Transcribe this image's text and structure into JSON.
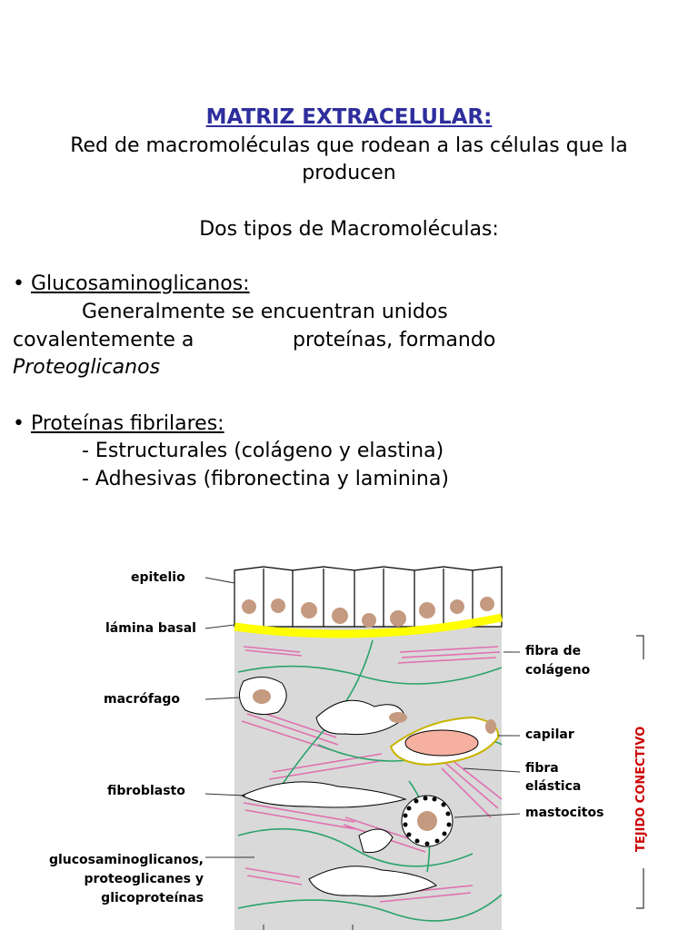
{
  "title": "MATRIZ EXTRACELULAR:",
  "definition": {
    "line1": "Red de macromoléculas que rodean a las células que la",
    "line2": "producen"
  },
  "types_heading": "Dos tipos de Macromoléculas:",
  "gag": {
    "bullet": "•",
    "heading": "Glucosaminoglicanos:",
    "line1": "Generalmente se encuentran unidos",
    "line2a": "covalentemente a",
    "line2b": "proteínas, formando",
    "line3": "Proteoglicanos"
  },
  "fibrilares": {
    "bullet": "•",
    "heading": "Proteínas fibrilares:",
    "item1": "- Estructurales (colágeno y elastina)",
    "item2": "- Adhesivas (fibronectina y laminina)"
  },
  "diagram": {
    "labels_left": {
      "epitelio": "epitelio",
      "lamina": "lámina basal",
      "macrofago": "macrófago",
      "fibroblasto": "fibroblasto",
      "gag1": "glucosaminoglicanos,",
      "gag2": "proteoglicanes y",
      "gag3": "glicoproteínas"
    },
    "labels_right": {
      "colageno1": "fibra de",
      "colageno2": "colágeno",
      "capilar": "capilar",
      "elastica1": "fibra",
      "elastica2": "elástica",
      "mastocitos": "mastocitos"
    },
    "side_label": "TEJIDO CONECTIVO",
    "colors": {
      "tissue_bg": "#d9d9d9",
      "basal_lamina": "#ffff00",
      "collagen": "#e070b0",
      "elastic": "#2aa36b",
      "nucleus": "#c49a80",
      "capillary": "#f5b0a0",
      "side_label": "#cc0000"
    }
  }
}
